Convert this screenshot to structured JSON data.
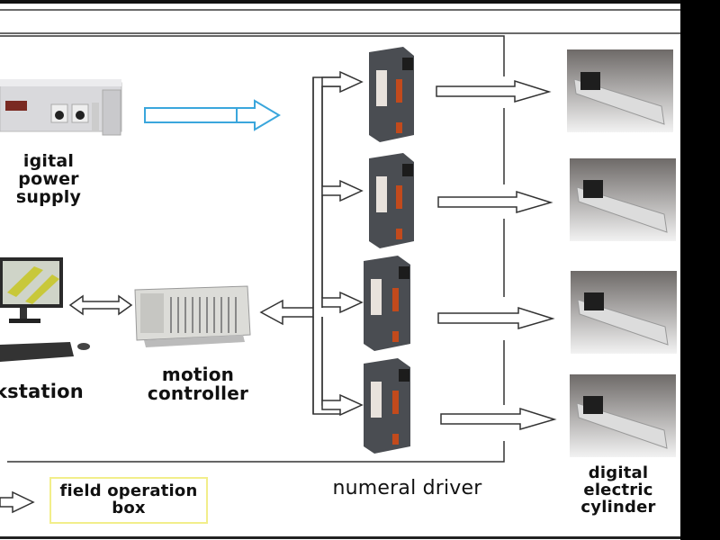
{
  "diagram": {
    "components": {
      "power_supply": {
        "label_line1": "igital power",
        "label_line2": "supply"
      },
      "workstation": {
        "label": "kstation"
      },
      "motion_controller": {
        "label_line1": "motion",
        "label_line2": "controller"
      },
      "numeral_driver": {
        "label": "numeral driver",
        "count": 4
      },
      "electric_cylinder": {
        "label_line1": "digital electric",
        "label_line2": "cylinder",
        "count": 4
      },
      "field_operation_box": {
        "label_line1": "field operation",
        "label_line2": "box"
      }
    },
    "colors": {
      "power_arrow": "#3aa6dc",
      "field_box_border": "#f2ee8a",
      "line": "#333333",
      "background": "#ffffff",
      "frame": "#000000"
    },
    "connections": [
      {
        "from": "power_supply",
        "to": "numeral_driver",
        "type": "single-arrow"
      },
      {
        "from": "workstation",
        "to": "motion_controller",
        "type": "double-arrow"
      },
      {
        "from": "motion_controller",
        "to": "numeral_driver",
        "type": "bus-arrows"
      },
      {
        "from": "numeral_driver",
        "to": "electric_cylinder",
        "type": "single-arrow"
      },
      {
        "from": "unknown",
        "to": "field_operation_box",
        "type": "single-arrow"
      }
    ]
  }
}
